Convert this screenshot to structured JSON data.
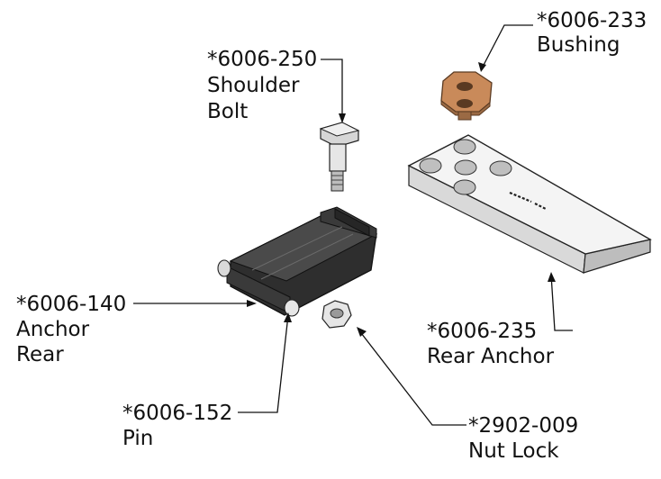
{
  "callouts": [
    {
      "id": "bushing",
      "part_number": "*6006-233",
      "name": "Bushing"
    },
    {
      "id": "shoulder-bolt",
      "part_number": "*6006-250",
      "name_line1": "Shoulder",
      "name_line2": "Bolt"
    },
    {
      "id": "anchor-rear",
      "part_number": "*6006-140",
      "name_line1": "Anchor",
      "name_line2": "Rear"
    },
    {
      "id": "rear-anchor",
      "part_number": "*6006-235",
      "name": "Rear Anchor"
    },
    {
      "id": "pin",
      "part_number": "*6006-152",
      "name": "Pin"
    },
    {
      "id": "nut-lock",
      "part_number": "*2902-009",
      "name": "Nut Lock"
    }
  ],
  "colors": {
    "bushing": "#c98a5a",
    "plate": "#f2f2f2",
    "dark_part": "#2a2a2a",
    "line": "#111111"
  }
}
